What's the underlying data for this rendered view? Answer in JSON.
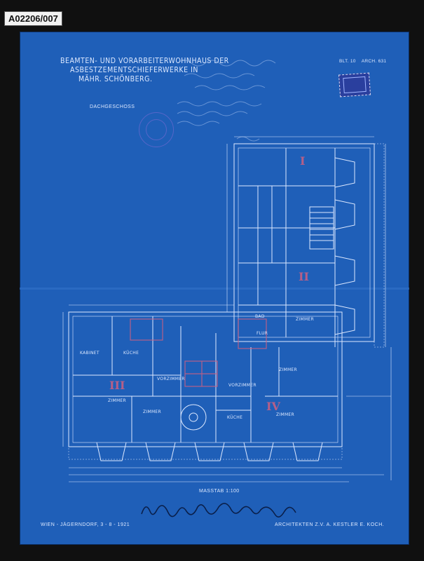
{
  "archive_label": "A02206/007",
  "title_block": {
    "line1": "BEAMTEN- UND VORARBEITERWOHNHAUS DER",
    "line2": "ASBESTZEMENTSCHIEFERWERKE IN",
    "line3": "MÄHR. SCHÖNBERG."
  },
  "floor_label": "DACHGESCHOSS",
  "reference": {
    "blatt": "BLT. 10",
    "archiv": "ARCH. 631"
  },
  "rooms": {
    "kabinet": "KABINET",
    "kuche_left": "KÜCHE",
    "vorzimmer_left": "VORZIMMER",
    "vorzimmer_mid": "VORZIMMER",
    "zimmer_left": "ZIMMER",
    "zimmer_mid": "ZIMMER",
    "kuche_mid": "KÜCHE",
    "zimmer_right": "ZIMMER",
    "zimmer_right_top": "ZIMMER",
    "zimmer_wing": "ZIMMER",
    "bad": "BAD",
    "flur": "FLUR"
  },
  "roman_marks": [
    "I",
    "II",
    "III",
    "IV"
  ],
  "scale_label": "MASSTAB 1:100",
  "signature": "Gustav Franz [signature]",
  "footer": {
    "place_date": "WIEN - JÄGERNDORF,   3 - 8 - 1921",
    "architects": "ARCHITEKTEN Z.V.   A. KESTLER   E. KOCH."
  },
  "colors": {
    "paper": "#1f5fb8",
    "lines": "#dce8ff",
    "stamp": "#2a3f9e",
    "accent_red": "#d06080"
  }
}
